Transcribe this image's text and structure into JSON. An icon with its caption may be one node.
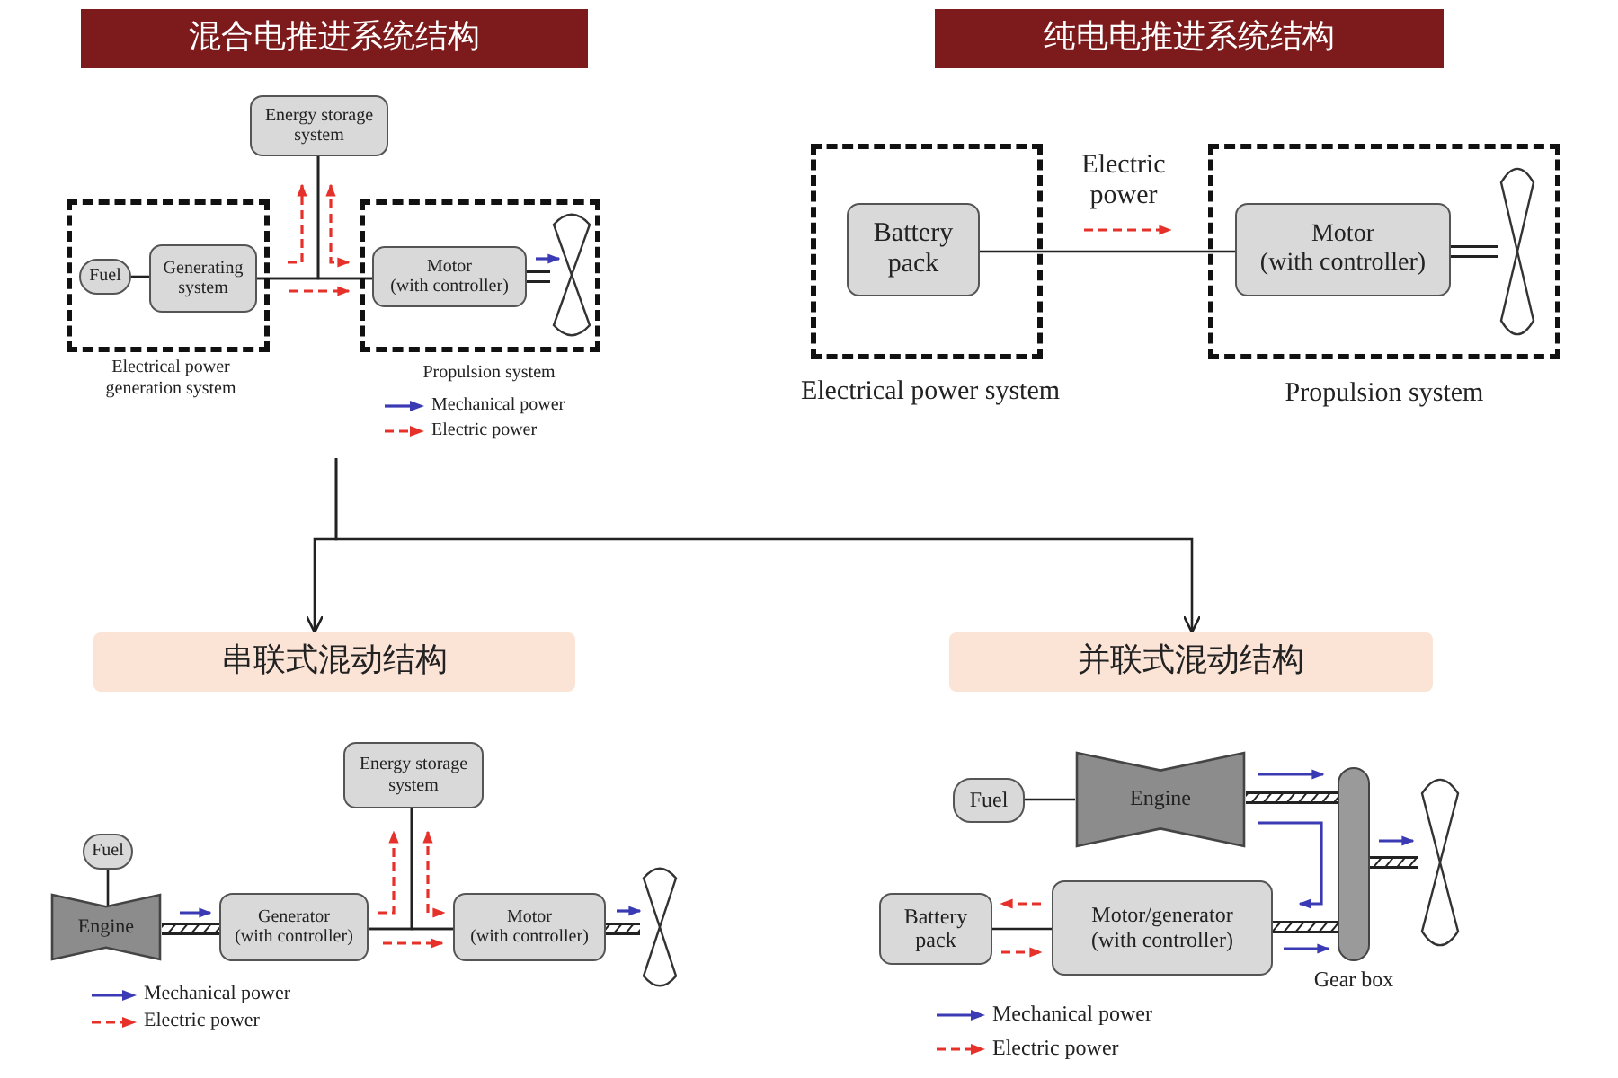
{
  "diagram": {
    "nodes": [
      {
        "text": [
          "混合电推进系统结构"
        ]
      },
      {
        "text": [
          "Electrical power generation system"
        ]
      },
      {
        "text": [
          "Fuel"
        ],
        "in": 1
      },
      {
        "text": [
          "Generating system"
        ],
        "in": 1
      },
      {
        "text": [
          "Propulsion system"
        ]
      },
      {
        "text": [
          "Motor (with controller)"
        ],
        "in": 4
      },
      {
        "text": [],
        "shape": "propeller",
        "in": 4
      },
      {
        "text": [
          "Energy storage system"
        ]
      },
      {
        "text": [
          "纯电电推进系统结构"
        ]
      },
      {
        "text": [
          "Electrical power system"
        ]
      },
      {
        "text": [
          "Battery pack"
        ],
        "in": 9
      },
      {
        "text": [
          "Propulsion system"
        ]
      },
      {
        "text": [
          "Motor (with controller)"
        ],
        "in": 11
      },
      {
        "text": [],
        "shape": "propeller",
        "in": 11
      },
      {
        "text": [
          "串联式混动结构"
        ]
      },
      {
        "text": [
          "并联式混动结构"
        ]
      },
      {
        "text": [
          "Fuel"
        ]
      },
      {
        "text": [
          "Engine"
        ]
      },
      {
        "text": [
          "Generator (with controller)"
        ]
      },
      {
        "text": [
          "Energy storage system"
        ]
      },
      {
        "text": [
          "Motor (with controller)"
        ]
      },
      {
        "text": [],
        "shape": "propeller"
      },
      {
        "text": [
          "Fuel"
        ]
      },
      {
        "text": [
          "Engine"
        ]
      },
      {
        "text": [
          "Battery pack"
        ]
      },
      {
        "text": [
          "Motor/generator (with controller)"
        ]
      },
      {
        "text": [],
        "shape": "bar",
        "beside": [
          "Gear box"
        ]
      },
      {
        "text": [],
        "shape": "propeller"
      }
    ],
    "edges": [
      {
        "from": 2,
        "to": 3,
        "arrow": "none"
      },
      {
        "from": 3,
        "to": 5,
        "arrow": "none"
      },
      {
        "from": 7,
        "to": 3,
        "arrow": "none"
      },
      {
        "from": 7,
        "to": 5,
        "arrow": "none"
      },
      {
        "from": 5,
        "to": 6,
        "arrow": "none",
        "style": "thick"
      },
      {
        "from": 10,
        "to": 12,
        "arrow": "none"
      },
      {
        "from": 12,
        "to": 13,
        "arrow": "none",
        "style": "thick"
      },
      {
        "from": null,
        "to": 14,
        "arrow": "to"
      },
      {
        "from": null,
        "to": 15,
        "arrow": "to"
      },
      {
        "from": 16,
        "to": 17,
        "arrow": "none"
      },
      {
        "from": 17,
        "to": 18,
        "arrow": "none",
        "style": "thick"
      },
      {
        "from": 18,
        "to": 20,
        "arrow": "none"
      },
      {
        "from": 19,
        "to": 18,
        "arrow": "none"
      },
      {
        "from": 19,
        "to": 20,
        "arrow": "none"
      },
      {
        "from": 20,
        "to": 21,
        "arrow": "none",
        "style": "thick"
      },
      {
        "from": 22,
        "to": 23,
        "arrow": "none"
      },
      {
        "from": 23,
        "to": 26,
        "arrow": "none",
        "style": "thick"
      },
      {
        "from": 24,
        "to": 25,
        "arrow": "none"
      },
      {
        "from": 25,
        "to": 26,
        "arrow": "none",
        "style": "thick"
      },
      {
        "from": 26,
        "to": 27,
        "arrow": "none",
        "style": "thick"
      },
      {
        "from": 3,
        "to": 7,
        "arrow": "to",
        "style": "dashed",
        "color": "#e6312b"
      },
      {
        "from": 7,
        "to": 5,
        "arrow": "both",
        "style": "dashed",
        "color": "#e6312b"
      },
      {
        "from": 3,
        "to": 5,
        "arrow": "to",
        "style": "dashed",
        "color": "#e6312b"
      },
      {
        "from": 5,
        "to": 6,
        "arrow": "to",
        "color": "#3a3ab4"
      },
      {
        "from": 10,
        "to": 12,
        "arrow": "to",
        "style": "dashed",
        "color": "#e6312b",
        "label": "Electric power"
      },
      {
        "from": 17,
        "to": 18,
        "arrow": "to",
        "color": "#3a3ab4"
      },
      {
        "from": 18,
        "to": 19,
        "arrow": "to",
        "style": "dashed",
        "color": "#e6312b"
      },
      {
        "from": 19,
        "to": 20,
        "arrow": "both",
        "style": "dashed",
        "color": "#e6312b"
      },
      {
        "from": 18,
        "to": 20,
        "arrow": "to",
        "style": "dashed",
        "color": "#e6312b"
      },
      {
        "from": 20,
        "to": 21,
        "arrow": "to",
        "color": "#3a3ab4"
      },
      {
        "from": 23,
        "to": 26,
        "arrow": "to",
        "color": "#3a3ab4"
      },
      {
        "from": 23,
        "to": 25,
        "arrow": "to",
        "color": "#3a3ab4"
      },
      {
        "from": 25,
        "to": 26,
        "arrow": "to",
        "color": "#3a3ab4"
      },
      {
        "from": 26,
        "to": 27,
        "arrow": "to",
        "color": "#3a3ab4"
      },
      {
        "from": 25,
        "to": 24,
        "arrow": "to",
        "style": "dashed",
        "color": "#e6312b"
      },
      {
        "from": 24,
        "to": 25,
        "arrow": "to",
        "style": "dashed",
        "color": "#e6312b"
      }
    ],
    "legend": [
      {
        "text": "Mechanical power"
      },
      {
        "text": "Electric power"
      },
      {
        "text": "Mechanical power"
      },
      {
        "text": "Electric power"
      },
      {
        "text": "Mechanical power"
      },
      {
        "text": "Electric power"
      }
    ]
  }
}
